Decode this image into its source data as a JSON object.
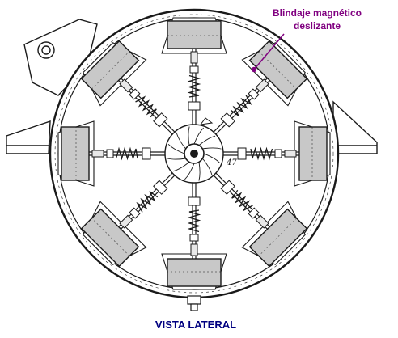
{
  "annotation": {
    "line1": "Blindaje magnético",
    "line2": "deslizante",
    "color": "#800080"
  },
  "caption": {
    "text": "VISTA LATERAL",
    "color": "#000080"
  },
  "figure": {
    "part_number": "47",
    "shield_fill": "#c8c8c8",
    "line_color": "#1a1a1a"
  }
}
